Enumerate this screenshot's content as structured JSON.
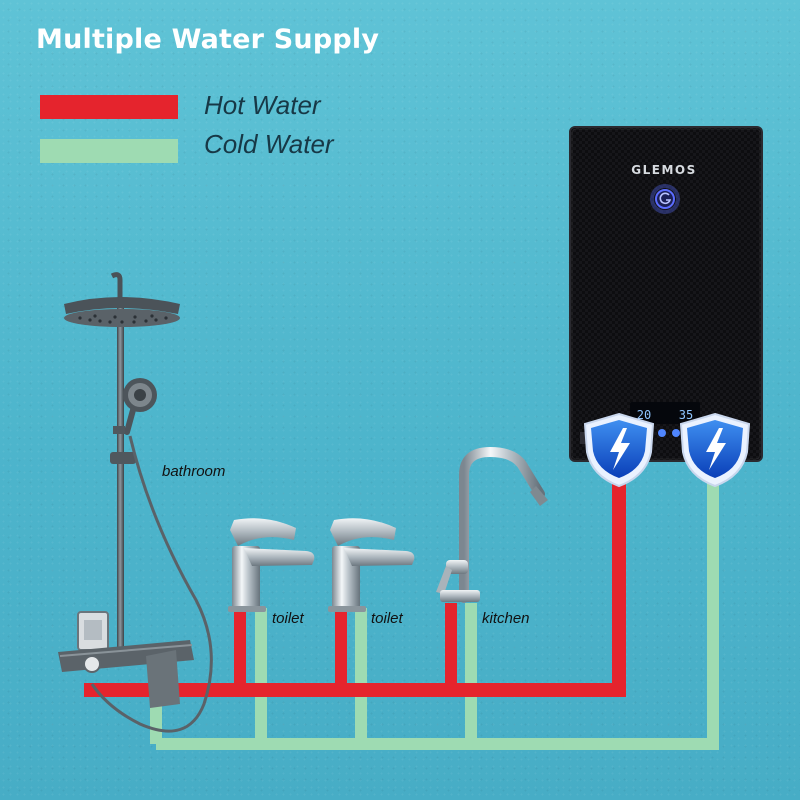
{
  "title": "Multiple Water Supply",
  "legend": {
    "hot": {
      "label": "Hot Water",
      "color": "#e5242d"
    },
    "cold": {
      "label": "Cold Water",
      "color": "#9edbb2"
    }
  },
  "heater": {
    "brand": "GLEMOS",
    "power_icon": "g-power-icon",
    "display": {
      "left_value": "20",
      "right_value": "35"
    },
    "badge_icon": "lightning-shield-icon"
  },
  "fixtures": [
    {
      "label": "bathroom",
      "icon": "shower-icon"
    },
    {
      "label": "toilet",
      "icon": "faucet-icon"
    },
    {
      "label": "toilet",
      "icon": "faucet-icon"
    },
    {
      "label": "kitchen",
      "icon": "kitchen-faucet-icon"
    }
  ]
}
